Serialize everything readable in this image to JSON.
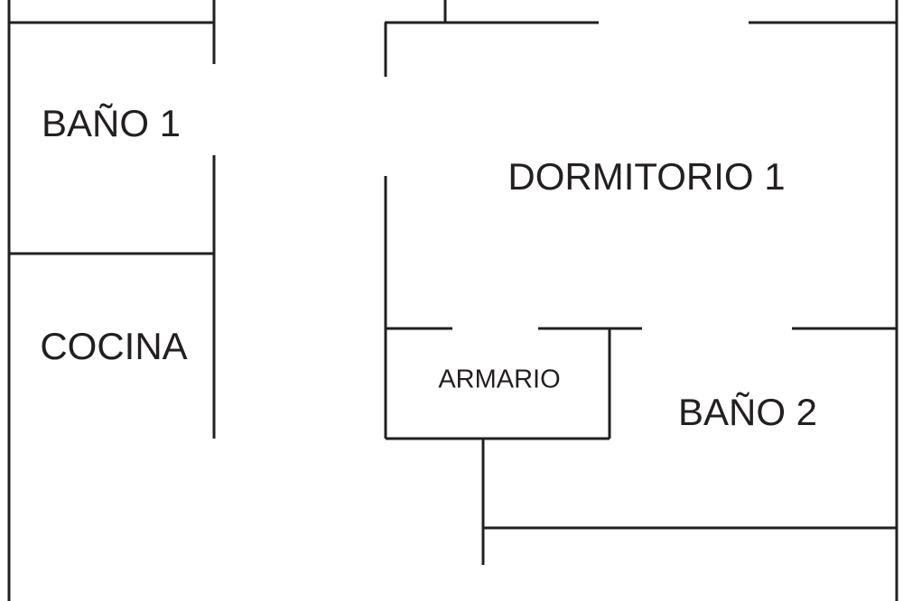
{
  "rooms": {
    "bano1": "BAÑO 1",
    "cocina": "COCINA",
    "dormitorio1": "DORMITORIO 1",
    "armario": "ARMARIO",
    "bano2": "BAÑO 2"
  },
  "colors": {
    "wall": "#231f20",
    "background": "#ffffff"
  }
}
